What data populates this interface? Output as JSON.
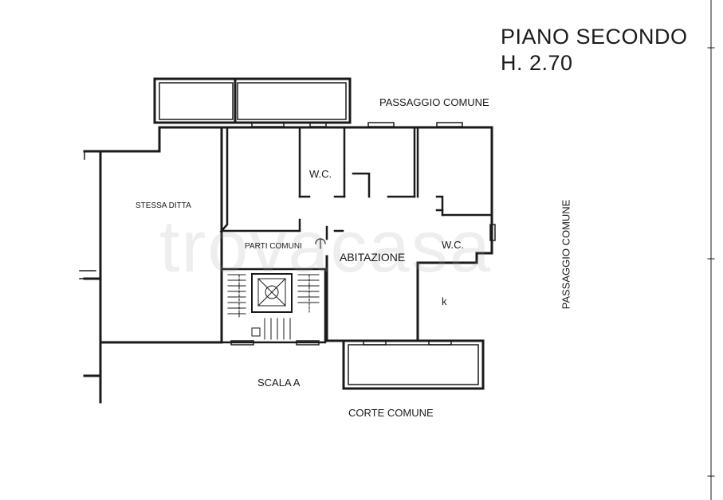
{
  "plan": {
    "floor_title": "PIANO SECONDO",
    "height_label": "H. 2.70"
  },
  "labels": {
    "passaggio_top": "PASSAGGIO COMUNE",
    "passaggio_side": "PASSAGGIO COMUNE",
    "stessa_ditta": "STESSA DITTA",
    "wc_1": "W.C.",
    "wc_2": "W.C.",
    "parti_comuni": "PARTI COMUNI",
    "abitazione": "ABITAZIONE",
    "kitchen": "k",
    "scala": "SCALA A",
    "corte": "CORTE COMUNE"
  },
  "watermark": "trovacasa",
  "colors": {
    "ink": "#1a1a1a",
    "paper": "#ffffff"
  }
}
